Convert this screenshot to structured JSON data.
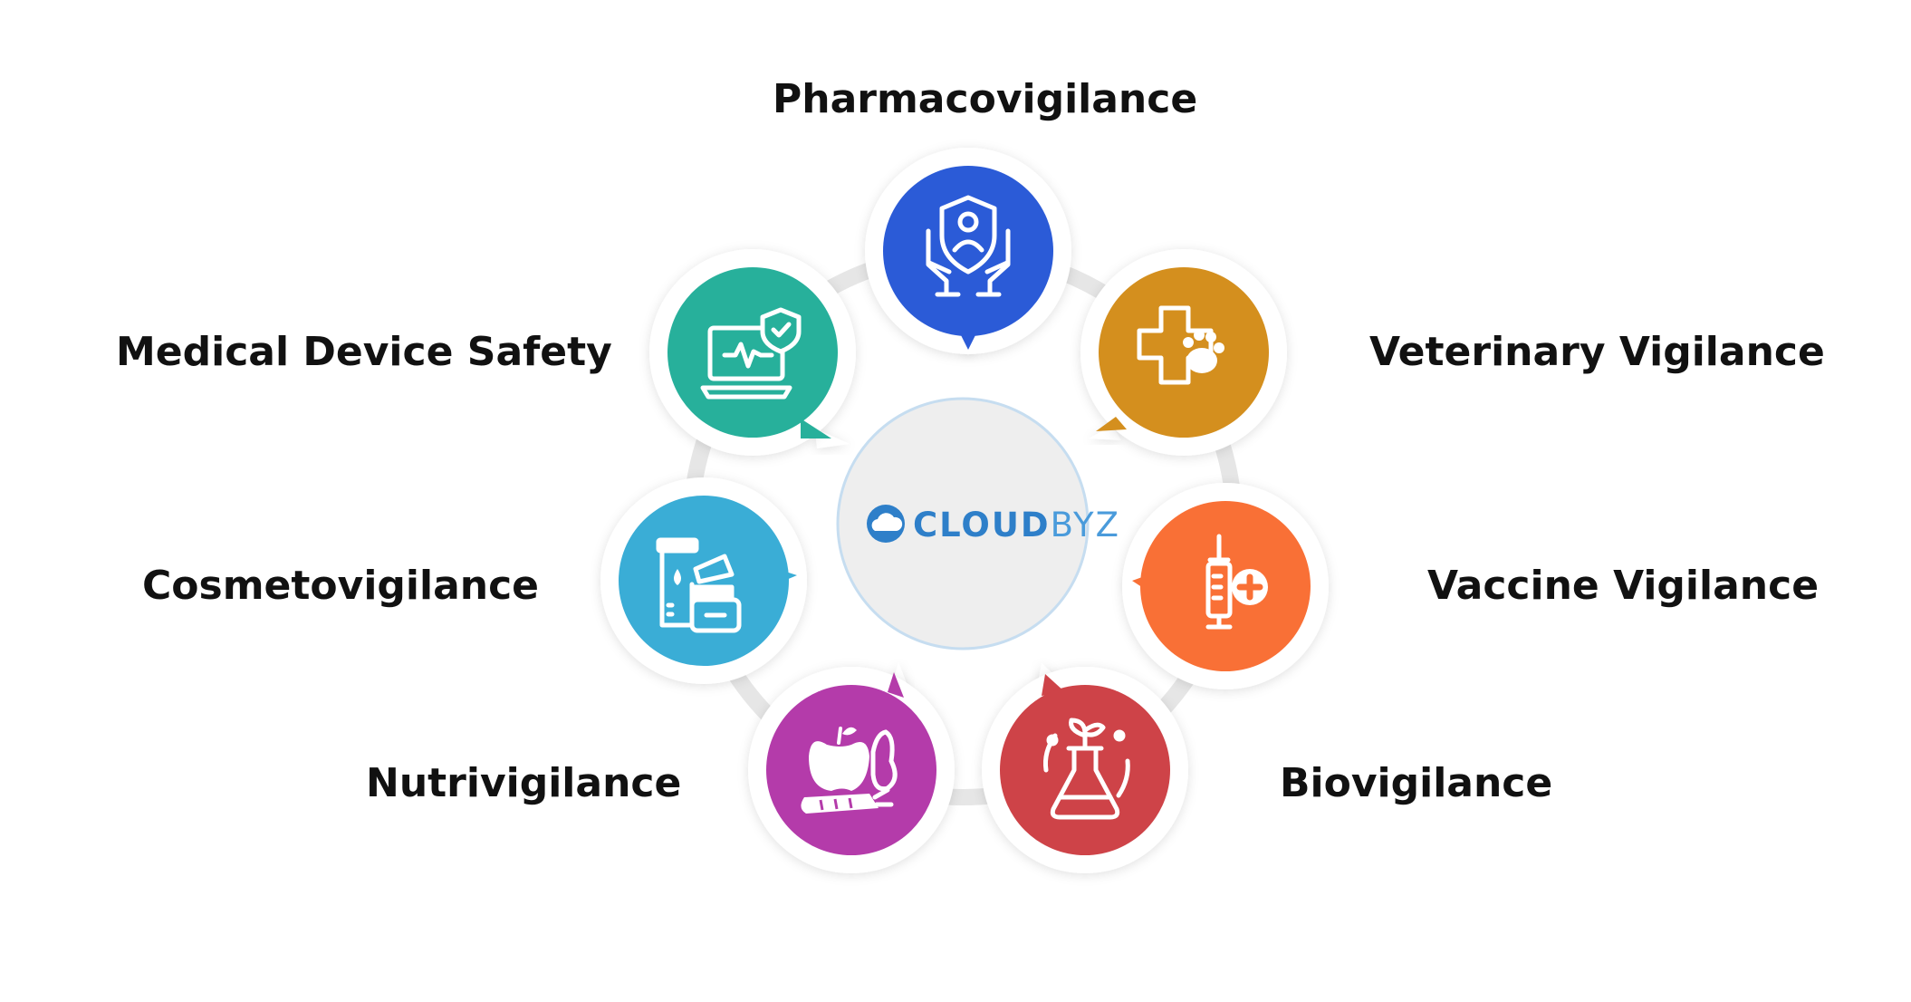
{
  "center": {
    "logo_part1": "CLOUD",
    "logo_part2": "BYZ",
    "logo_color_dark": "#2E7FC9",
    "logo_color_light": "#4A9BDB",
    "fill": "#EEEEEE",
    "border": "#C6DDF0"
  },
  "ring_color": "#E6E6E6",
  "nodes": [
    {
      "key": "pharma",
      "label": "Pharmacovigilance",
      "color": "#2B5BD7",
      "icon": "shield-hands-icon"
    },
    {
      "key": "vet",
      "label": "Veterinary Vigilance",
      "color": "#D48F1E",
      "icon": "paw-cross-icon"
    },
    {
      "key": "vacc",
      "label": "Vaccine Vigilance",
      "color": "#F97036",
      "icon": "syringe-icon"
    },
    {
      "key": "bio",
      "label": "Biovigilance",
      "color": "#CE4348",
      "icon": "flask-plant-icon"
    },
    {
      "key": "nutri",
      "label": "Nutrivigilance",
      "color": "#B43BAA",
      "icon": "fruit-vegetable-icon"
    },
    {
      "key": "cosm",
      "label": "Cosmetovigilance",
      "color": "#3AADD6",
      "icon": "cosmetics-icon"
    },
    {
      "key": "mds",
      "label": "Medical Device Safety",
      "color": "#27B09B",
      "icon": "monitor-shield-icon"
    }
  ]
}
